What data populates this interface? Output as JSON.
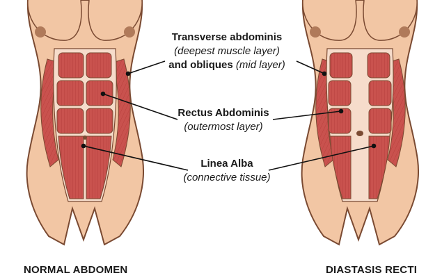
{
  "labels": {
    "transverse": {
      "title": "Transverse abdominis",
      "note1": "(deepest muscle layer)",
      "and_obliques": "and obliques",
      "note2": "(mid layer)"
    },
    "rectus": {
      "title": "Rectus Abdominis",
      "note": "(outermost layer)"
    },
    "linea": {
      "title": "Linea Alba",
      "note": "(connective tissue)"
    }
  },
  "captions": {
    "left": "NORMAL ABDOMEN",
    "right": "DIASTASIS RECTI"
  },
  "colors": {
    "skin": "#f2c6a4",
    "skin_shadow": "#e4ab86",
    "outline": "#7a4a32",
    "muscle": "#c9524e",
    "muscle_light": "#dc7a70",
    "linea": "#f6dccb",
    "leader_line": "#111111"
  },
  "icons": [
    "torso-illustration"
  ]
}
